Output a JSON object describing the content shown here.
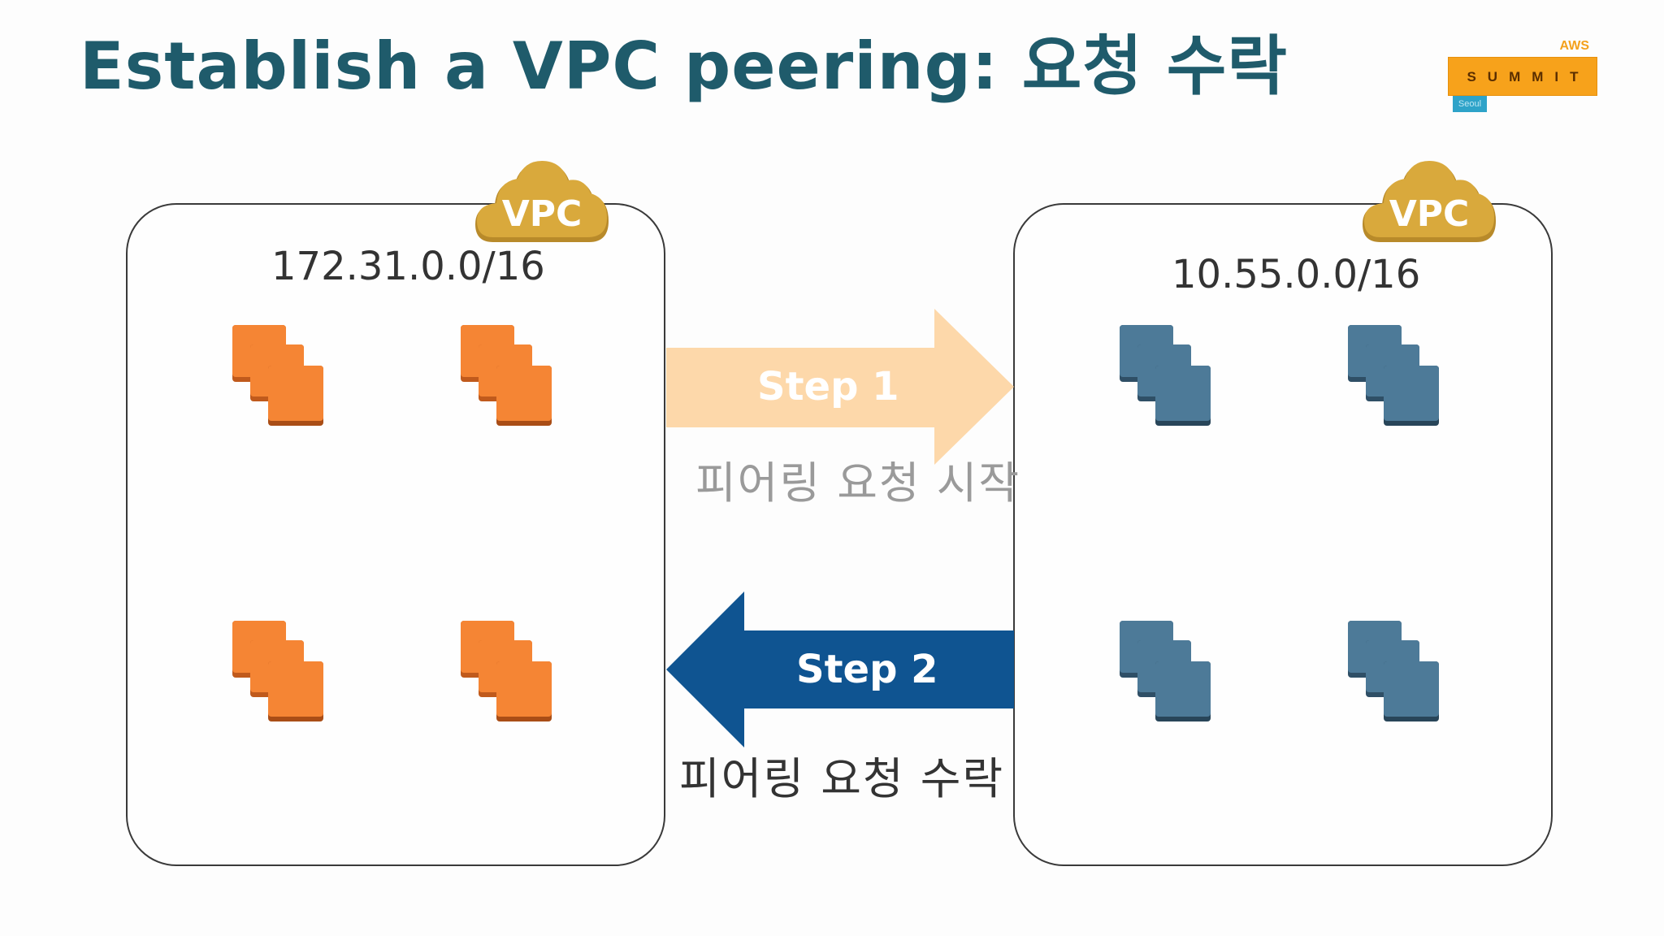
{
  "title": "Establish a VPC peering: 요청 수락",
  "logo": {
    "aws": "AWS",
    "summit": "SUMMIT",
    "sub": "Seoul"
  },
  "vpc_left": {
    "badge": "VPC",
    "cidr": "172.31.0.0/16",
    "instance_color": "#f58534"
  },
  "vpc_right": {
    "badge": "VPC",
    "cidr": "10.55.0.0/16",
    "instance_color": "#4d7a98"
  },
  "step1": {
    "label": "Step 1",
    "caption": "피어링 요청 시작",
    "color": "#fdd8aa"
  },
  "step2": {
    "label": "Step 2",
    "caption": "피어링 요청 수락",
    "color": "#0f5491"
  },
  "colors": {
    "title": "#1f5b6b",
    "cloud": "#d9a93c"
  }
}
